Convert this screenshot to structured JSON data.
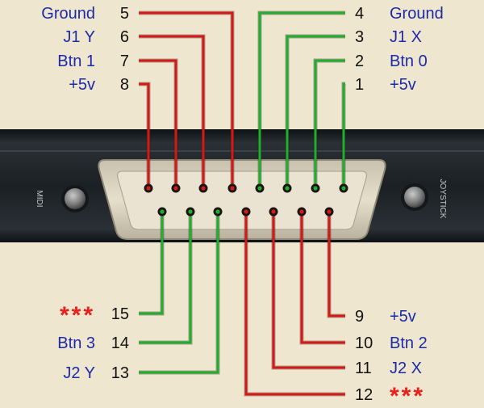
{
  "colors": {
    "background": "#efe6cf",
    "signal_text": "#1c2aa8",
    "number_text": "#111111",
    "star": "#e8211c",
    "wire_red": "#d51818",
    "wire_green": "#1fae2e",
    "panel": "#1e2327",
    "shell": "#dcd5c2"
  },
  "pins": [
    {
      "number": "1",
      "label": "+5v",
      "wire": "green",
      "row": "top"
    },
    {
      "number": "2",
      "label": "Btn 0",
      "wire": "green",
      "row": "top"
    },
    {
      "number": "3",
      "label": "J1 X",
      "wire": "green",
      "row": "top"
    },
    {
      "number": "4",
      "label": "Ground",
      "wire": "green",
      "row": "top"
    },
    {
      "number": "5",
      "label": "Ground",
      "wire": "red",
      "row": "top"
    },
    {
      "number": "6",
      "label": "J1 Y",
      "wire": "red",
      "row": "top"
    },
    {
      "number": "7",
      "label": "Btn 1",
      "wire": "red",
      "row": "top"
    },
    {
      "number": "8",
      "label": "+5v",
      "wire": "red",
      "row": "top"
    },
    {
      "number": "9",
      "label": "+5v",
      "wire": "red",
      "row": "bottom"
    },
    {
      "number": "10",
      "label": "Btn 2",
      "wire": "red",
      "row": "bottom"
    },
    {
      "number": "11",
      "label": "J2 X",
      "wire": "red",
      "row": "bottom"
    },
    {
      "number": "12",
      "label": "***",
      "wire": "red",
      "row": "bottom"
    },
    {
      "number": "13",
      "label": "J2 Y",
      "wire": "green",
      "row": "bottom"
    },
    {
      "number": "14",
      "label": "Btn 3",
      "wire": "green",
      "row": "bottom"
    },
    {
      "number": "15",
      "label": "***",
      "wire": "green",
      "row": "bottom"
    }
  ],
  "panel_labels": {
    "left": "MIDI",
    "right": "JOYSTICK"
  }
}
